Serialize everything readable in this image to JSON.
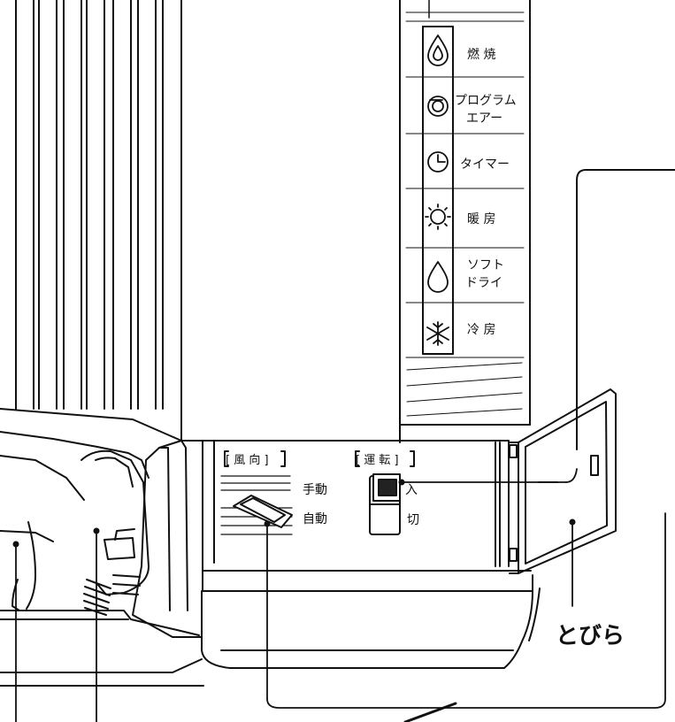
{
  "panel": {
    "indicators": [
      {
        "icon": "flame-drop-icon",
        "lines": [
          "燃 焼"
        ]
      },
      {
        "icon": "program-air-icon",
        "lines": [
          "プログラム",
          "エアー"
        ]
      },
      {
        "icon": "timer-clock-icon",
        "lines": [
          "タイマー"
        ]
      },
      {
        "icon": "heating-sun-icon",
        "lines": [
          "暖 房"
        ]
      },
      {
        "icon": "soft-dry-drop-icon",
        "lines": [
          "ソフト",
          "ドライ"
        ]
      },
      {
        "icon": "cooling-snow-icon",
        "lines": [
          "冷 房"
        ]
      }
    ]
  },
  "controls": {
    "louver_label": "[ 風 向 ]",
    "louver_manual": "手動",
    "louver_auto": "自動",
    "power_label": "[ 運 転 ]",
    "power_on": "入",
    "power_off": "切"
  },
  "door_label": "とびら"
}
